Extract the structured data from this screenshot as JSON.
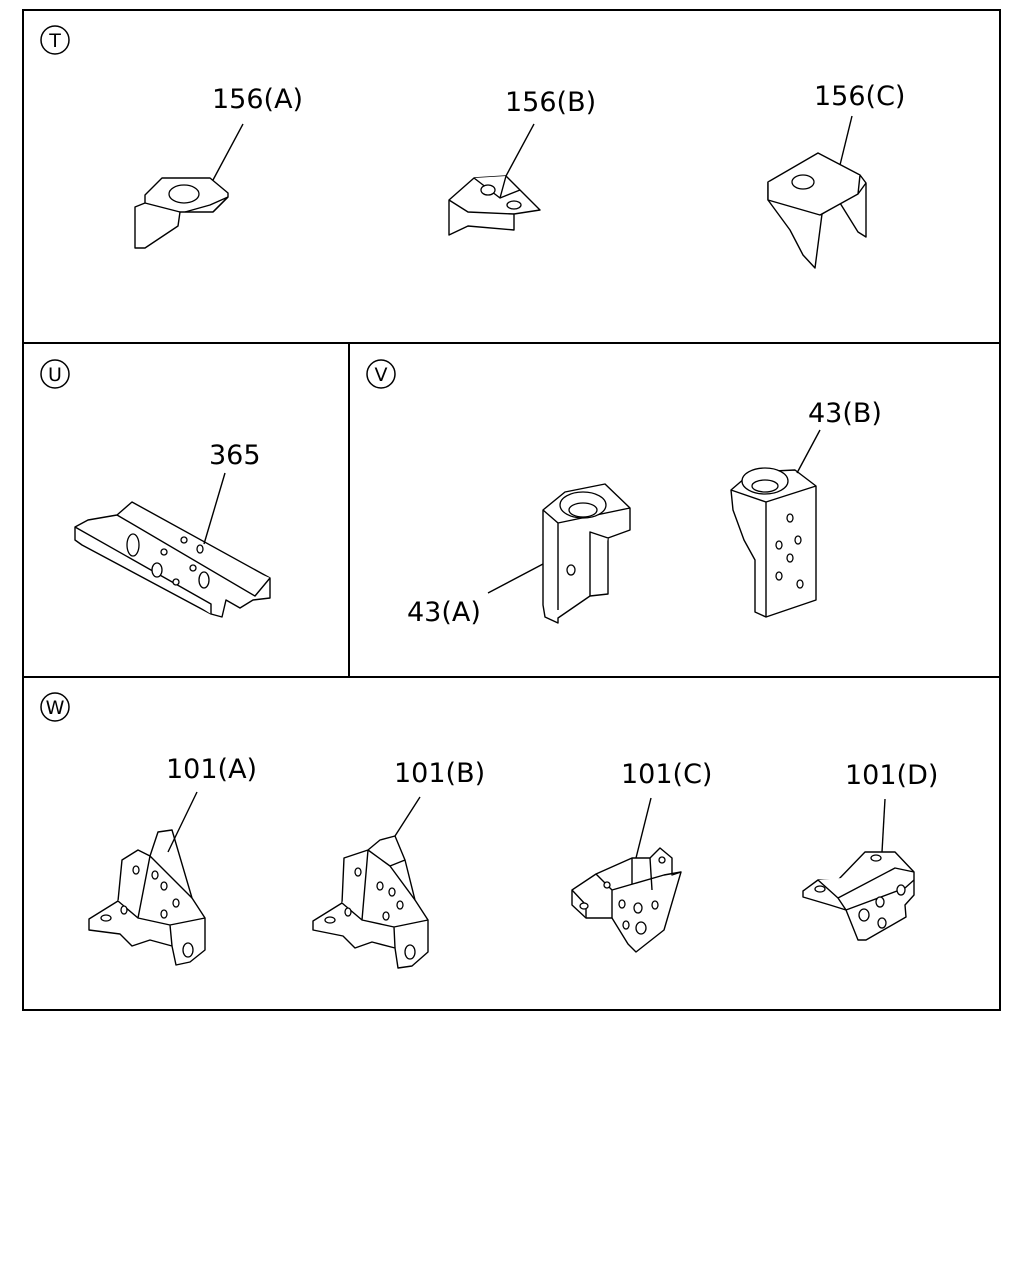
{
  "sections": {
    "T": {
      "marker": "T",
      "labels": [
        "156(A)",
        "156(B)",
        "156(C)"
      ]
    },
    "U": {
      "marker": "U",
      "labels": [
        "365"
      ]
    },
    "V": {
      "marker": "V",
      "labels": [
        "43(A)",
        "43(B)"
      ]
    },
    "W": {
      "marker": "W",
      "labels": [
        "101(A)",
        "101(B)",
        "101(C)",
        "101(D)"
      ]
    }
  }
}
